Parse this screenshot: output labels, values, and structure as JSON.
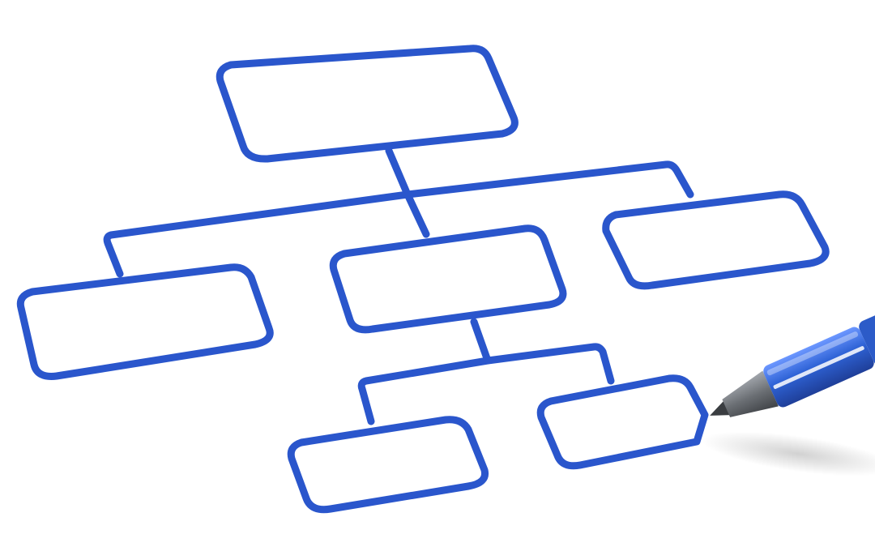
{
  "diagram": {
    "type": "org-chart",
    "style": "hand-drawn marker on white",
    "labels_visible": false,
    "boxes": [
      {
        "id": "root",
        "level": 0,
        "label": ""
      },
      {
        "id": "left",
        "level": 1,
        "label": ""
      },
      {
        "id": "middle",
        "level": 1,
        "label": ""
      },
      {
        "id": "right",
        "level": 1,
        "label": ""
      },
      {
        "id": "middle-left",
        "level": 2,
        "label": ""
      },
      {
        "id": "middle-right",
        "level": 2,
        "label": ""
      }
    ],
    "edges": [
      {
        "from": "root",
        "to": "left"
      },
      {
        "from": "root",
        "to": "middle"
      },
      {
        "from": "root",
        "to": "right"
      },
      {
        "from": "middle",
        "to": "middle-left"
      },
      {
        "from": "middle",
        "to": "middle-right"
      }
    ]
  },
  "colors": {
    "background": "#ffffff",
    "ink": "#2a56cc",
    "pen_barrel": "#2f63d6",
    "pen_tip": "#6a6e73"
  },
  "icons": {
    "pen": "marker-pen-icon"
  }
}
